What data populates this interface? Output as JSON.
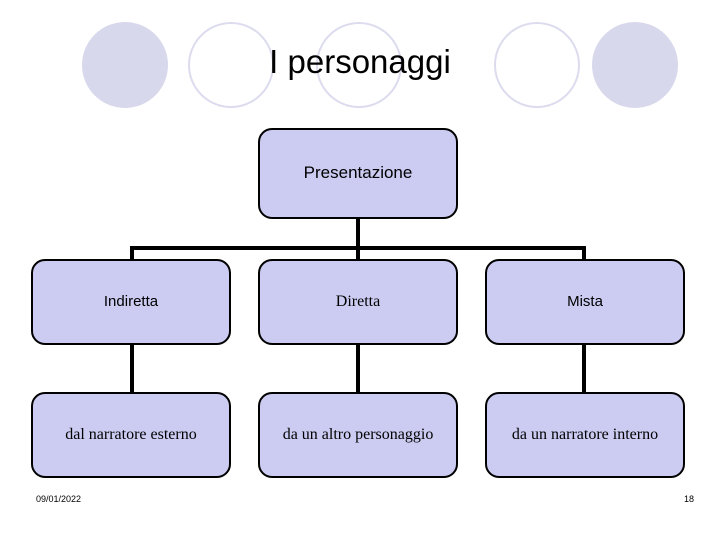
{
  "slide": {
    "title": "I personaggi",
    "footer_date": "09/01/2022",
    "footer_page": "18"
  },
  "colors": {
    "node_fill": "#ccccf2",
    "node_border": "#000000",
    "circle_filled": "#d8d8ec",
    "circle_outline": "#dcdcee",
    "background": "#ffffff",
    "text": "#000000"
  },
  "chart_data": {
    "type": "diagram",
    "title": "I personaggi",
    "root": {
      "label": "Presentazione"
    },
    "level2": [
      {
        "label": "Indiretta"
      },
      {
        "label": "Diretta"
      },
      {
        "label": "Mista"
      }
    ],
    "level3": [
      {
        "label": "dal narratore esterno"
      },
      {
        "label": "da un altro personaggio"
      },
      {
        "label": "da un narratore interno"
      }
    ]
  },
  "decor": {
    "circles": [
      {
        "name": "circle-1",
        "filled": true
      },
      {
        "name": "circle-2",
        "filled": false
      },
      {
        "name": "circle-3",
        "filled": false
      },
      {
        "name": "circle-4",
        "filled": false
      },
      {
        "name": "circle-5",
        "filled": true
      }
    ]
  }
}
